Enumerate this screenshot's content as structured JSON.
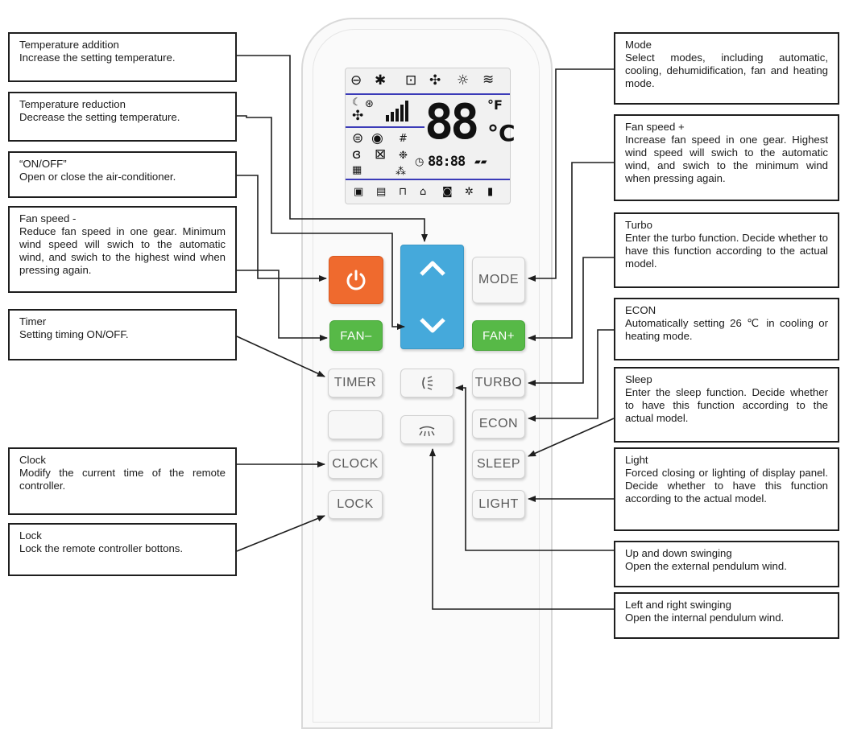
{
  "buttons": {
    "mode": "MODE",
    "fan_minus": "FAN–",
    "fan_plus": "FAN+",
    "timer": "TIMER",
    "turbo": "TURBO",
    "econ": "ECON",
    "clock": "CLOCK",
    "sleep": "SLEEP",
    "lock": "LOCK",
    "light": "LIGHT"
  },
  "display": {
    "temperature": "88",
    "unit_f": "°F",
    "unit_c": "°C",
    "clock": "88:88"
  },
  "callouts": {
    "temp_up": {
      "title": "Temperature addition",
      "desc": "Increase the setting temperature."
    },
    "temp_down": {
      "title": "Temperature reduction",
      "desc": "Decrease the setting temperature."
    },
    "on_off": {
      "title": "“ON/OFF”",
      "desc": "Open or close the air-conditioner."
    },
    "fan_minus": {
      "title": "Fan speed -",
      "desc": "Reduce fan speed in one gear. Minimum wind speed will swich to the automatic wind, and swich to the highest wind when pressing again."
    },
    "timer": {
      "title": "Timer",
      "desc": "Setting timing ON/OFF."
    },
    "clock": {
      "title": "Clock",
      "desc": "Modify the current time of the remote controller."
    },
    "lock": {
      "title": "Lock",
      "desc": "Lock the remote controller bottons."
    },
    "mode": {
      "title": "Mode",
      "desc": "Select modes, including automatic, cooling, dehumidification, fan and heating mode."
    },
    "fan_plus": {
      "title": "Fan speed +",
      "desc": "Increase fan speed in one gear. Highest wind speed will swich to the automatic wind, and swich to the minimum wind when pressing again."
    },
    "turbo": {
      "title": "Turbo",
      "desc": "Enter the turbo function. Decide whether to have this function according to the actual model."
    },
    "econ": {
      "title": "ECON",
      "desc": "Automatically setting 26 ℃ in cooling or heating mode."
    },
    "sleep": {
      "title": "Sleep",
      "desc": "Enter the sleep function. Decide whether to have this function according to the actual model."
    },
    "light": {
      "title": "Light",
      "desc": "Forced closing or lighting of display panel. Decide whether to have this function according to the actual model."
    },
    "swing_ud": {
      "title": "Up and down swinging",
      "desc": "Open the external pendulum wind."
    },
    "swing_lr": {
      "title": "Left and right swinging",
      "desc": "Open the internal pendulum wind."
    }
  },
  "icons": {
    "power": "power-icon",
    "up": "chevron-up-icon",
    "down": "chevron-down-icon",
    "swing_ud": "vertical-swing-icon",
    "swing_lr": "horizontal-swing-icon"
  },
  "colors": {
    "power_button": "#ef6a2e",
    "fan_buttons": "#57b947",
    "temp_buttons": "#45a9db",
    "lcd_lines": "#3b3bb8"
  }
}
